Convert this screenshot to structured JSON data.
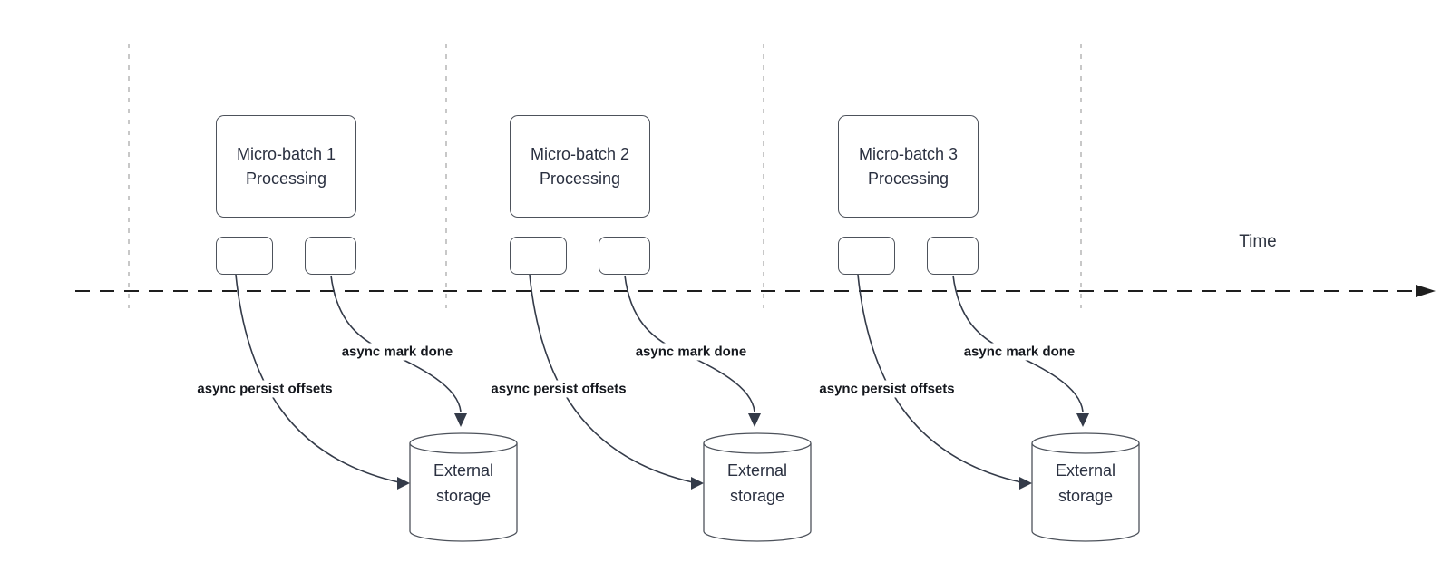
{
  "diagram": {
    "time_axis_label": "Time",
    "sections": [
      {
        "batch_label": "Micro-batch 1\nProcessing",
        "persist_label": "async persist offsets",
        "markdone_label": "async mark done",
        "storage_label": "External\nstorage"
      },
      {
        "batch_label": "Micro-batch 2\nProcessing",
        "persist_label": "async persist offsets",
        "markdone_label": "async mark done",
        "storage_label": "External\nstorage"
      },
      {
        "batch_label": "Micro-batch 3\nProcessing",
        "persist_label": "async persist offsets",
        "markdone_label": "async mark done",
        "storage_label": "External\nstorage"
      }
    ],
    "colors": {
      "shape_stroke": "#4d525b",
      "arrow_stroke": "#343b49",
      "timeline_stroke": "#1e1e1e",
      "gridline_stroke": "#b5b5b5",
      "text_dark": "#2a3040",
      "label_bold": "#15181e"
    }
  }
}
